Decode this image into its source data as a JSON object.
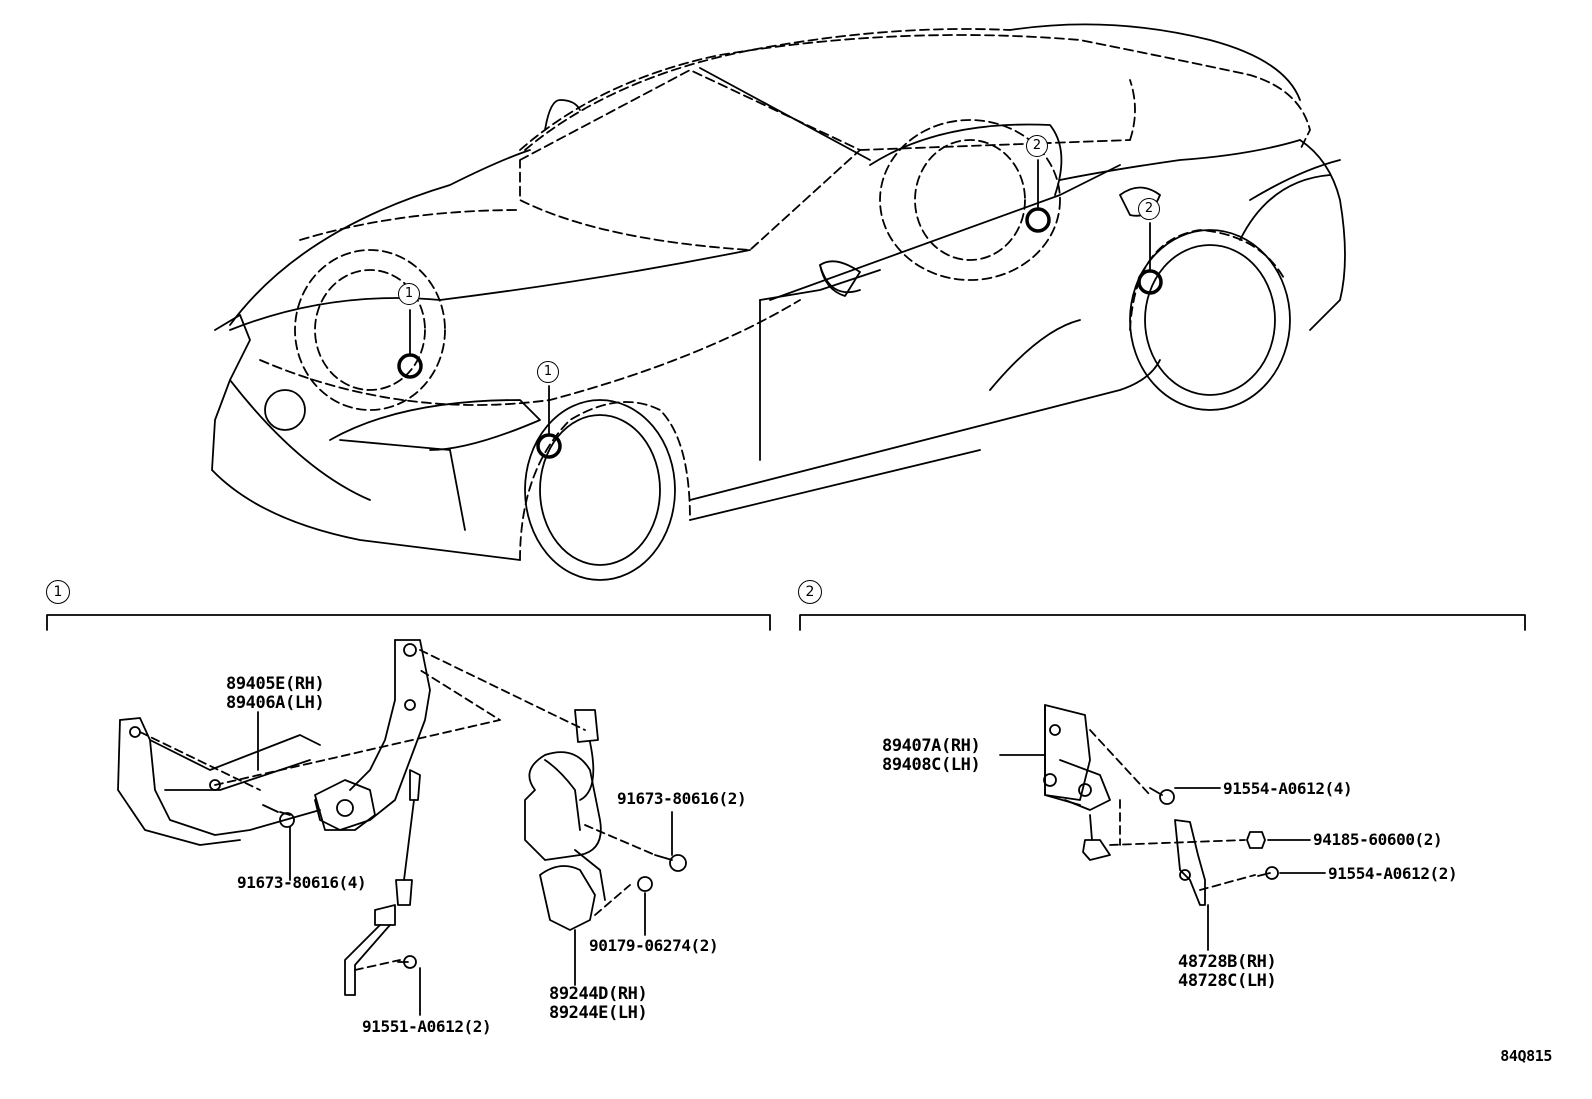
{
  "markers": {
    "front_left": "1",
    "front_right": "1",
    "rear_upper": "2",
    "rear_lower": "2"
  },
  "section1": {
    "number": "1",
    "parts": {
      "sensor_line1": "89405E(RH)",
      "sensor_line2": "89406A(LH)",
      "bolt_a": "91673-80616(4)",
      "bolt_b": "91673-80616(2)",
      "nut": "90179-06274(2)",
      "actuator_line1": "89244D(RH)",
      "actuator_line2": "89244E(LH)",
      "link_bolt": "91551-A0612(2)"
    }
  },
  "section2": {
    "number": "2",
    "parts": {
      "sensor_line1": "89407A(RH)",
      "sensor_line2": "89408C(LH)",
      "bolt_a": "91554-A0612(4)",
      "nut": "94185-60600(2)",
      "bolt_b": "91554-A0612(2)",
      "bracket_line1": "48728B(RH)",
      "bracket_line2": "48728C(LH)"
    }
  },
  "figure_ref": "84Q815"
}
